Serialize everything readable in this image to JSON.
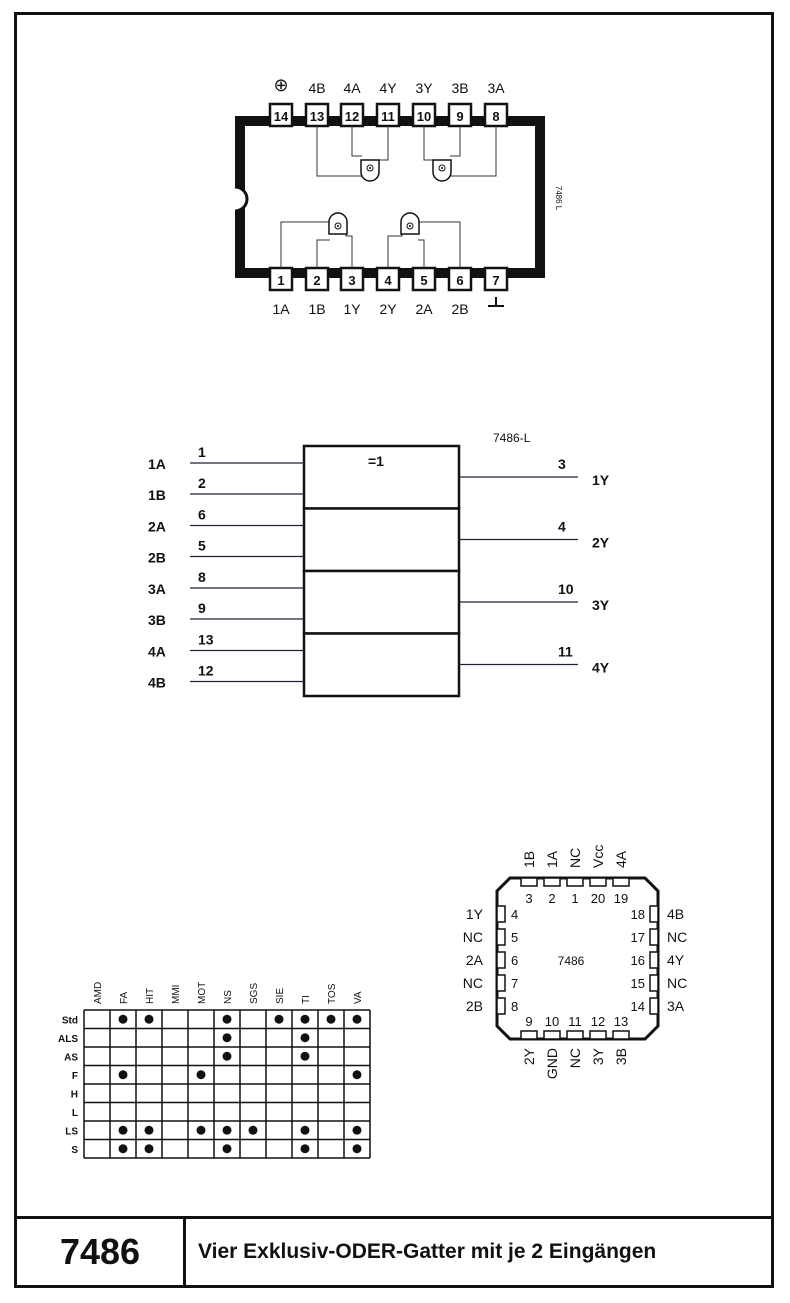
{
  "chip": "7486",
  "description": "Vier Exklusiv-ODER-Gatter mit je 2 Eingängen",
  "dip": {
    "vcc_symbol": "⊕",
    "top_pins": [
      {
        "num": "14",
        "label": ""
      },
      {
        "num": "13",
        "label": "4B"
      },
      {
        "num": "12",
        "label": "4A"
      },
      {
        "num": "11",
        "label": "4Y"
      },
      {
        "num": "10",
        "label": "3Y"
      },
      {
        "num": "9",
        "label": "3B"
      },
      {
        "num": "8",
        "label": "3A"
      }
    ],
    "bottom_pins": [
      {
        "num": "1",
        "label": "1A"
      },
      {
        "num": "2",
        "label": "1B"
      },
      {
        "num": "3",
        "label": "1Y"
      },
      {
        "num": "4",
        "label": "2Y"
      },
      {
        "num": "5",
        "label": "2A"
      },
      {
        "num": "6",
        "label": "2B"
      },
      {
        "num": "7",
        "label": ""
      }
    ],
    "side_label": "7486 L"
  },
  "logic": {
    "title": "7486-L",
    "symbol": "=1",
    "gates": [
      {
        "in1": {
          "name": "1A",
          "pin": "1"
        },
        "in2": {
          "name": "1B",
          "pin": "2"
        },
        "out": {
          "name": "1Y",
          "pin": "3"
        }
      },
      {
        "in1": {
          "name": "2A",
          "pin": "6"
        },
        "in2": {
          "name": "2B",
          "pin": "5"
        },
        "out": {
          "name": "2Y",
          "pin": "4"
        }
      },
      {
        "in1": {
          "name": "3A",
          "pin": "8"
        },
        "in2": {
          "name": "3B",
          "pin": "9"
        },
        "out": {
          "name": "3Y",
          "pin": "10"
        }
      },
      {
        "in1": {
          "name": "4A",
          "pin": "13"
        },
        "in2": {
          "name": "4B",
          "pin": "12"
        },
        "out": {
          "name": "4Y",
          "pin": "11"
        }
      }
    ]
  },
  "plcc": {
    "center": "7486",
    "top": [
      {
        "num": "3",
        "label": "1B"
      },
      {
        "num": "2",
        "label": "1A"
      },
      {
        "num": "1",
        "label": "NC"
      },
      {
        "num": "20",
        "label": "Vcc"
      },
      {
        "num": "19",
        "label": "4A"
      }
    ],
    "left": [
      {
        "num": "4",
        "label": "1Y"
      },
      {
        "num": "5",
        "label": "NC"
      },
      {
        "num": "6",
        "label": "2A"
      },
      {
        "num": "7",
        "label": "NC"
      },
      {
        "num": "8",
        "label": "2B"
      }
    ],
    "right": [
      {
        "num": "18",
        "label": "4B"
      },
      {
        "num": "17",
        "label": "NC"
      },
      {
        "num": "16",
        "label": "4Y"
      },
      {
        "num": "15",
        "label": "NC"
      },
      {
        "num": "14",
        "label": "3A"
      }
    ],
    "bottom": [
      {
        "num": "9",
        "label": "2Y"
      },
      {
        "num": "10",
        "label": "GND"
      },
      {
        "num": "11",
        "label": "NC"
      },
      {
        "num": "12",
        "label": "3Y"
      },
      {
        "num": "13",
        "label": "3B"
      }
    ]
  },
  "manufacturers": {
    "columns": [
      "AMD",
      "FA",
      "HIT",
      "MMI",
      "MOT",
      "NS",
      "SGS",
      "SIE",
      "TI",
      "TOS",
      "VA"
    ],
    "rows": [
      {
        "family": "Std",
        "dots": [
          0,
          1,
          1,
          0,
          0,
          1,
          0,
          1,
          1,
          1,
          1
        ]
      },
      {
        "family": "ALS",
        "dots": [
          0,
          0,
          0,
          0,
          0,
          1,
          0,
          0,
          1,
          0,
          0
        ]
      },
      {
        "family": "AS",
        "dots": [
          0,
          0,
          0,
          0,
          0,
          1,
          0,
          0,
          1,
          0,
          0
        ]
      },
      {
        "family": "F",
        "dots": [
          0,
          1,
          0,
          0,
          1,
          0,
          0,
          0,
          0,
          0,
          1
        ]
      },
      {
        "family": "H",
        "dots": [
          0,
          0,
          0,
          0,
          0,
          0,
          0,
          0,
          0,
          0,
          0
        ]
      },
      {
        "family": "L",
        "dots": [
          0,
          0,
          0,
          0,
          0,
          0,
          0,
          0,
          0,
          0,
          0
        ]
      },
      {
        "family": "LS",
        "dots": [
          0,
          1,
          1,
          0,
          1,
          1,
          1,
          0,
          1,
          0,
          1
        ]
      },
      {
        "family": "S",
        "dots": [
          0,
          1,
          1,
          0,
          0,
          1,
          0,
          0,
          1,
          0,
          1
        ]
      }
    ]
  }
}
